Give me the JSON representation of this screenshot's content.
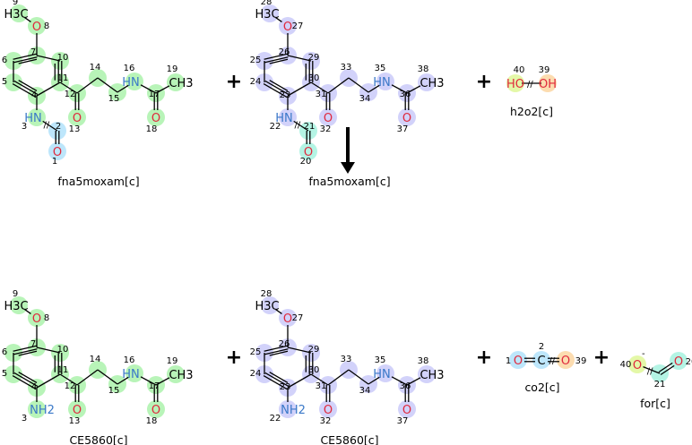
{
  "colors": {
    "green": "#b8f4b8",
    "lavender": "#d2d2fa",
    "cyan": "#b4f4e4",
    "blue": "#bde6fb",
    "orange": "#fcdcb0",
    "yellow": "#e4f8a8",
    "O": "#e0283c",
    "N": "#3a78c8",
    "C": "#000000"
  },
  "plus": "+",
  "reaction_arrow": "right-arrow",
  "big": [
    {
      "name": "fna5moxam[c]",
      "color": "green",
      "atoms": [
        [
          "9",
          "H3C",
          "C"
        ],
        [
          "8",
          "O",
          "O"
        ],
        [
          "7",
          "",
          "C"
        ],
        [
          "6",
          "",
          "C"
        ],
        [
          "5",
          "",
          "C"
        ],
        [
          "4",
          "",
          "C"
        ],
        [
          "11",
          "",
          "C"
        ],
        [
          "10",
          "",
          "C"
        ],
        [
          "12",
          "",
          "C"
        ],
        [
          "13",
          "O",
          "O"
        ],
        [
          "14",
          "",
          "C"
        ],
        [
          "15",
          "",
          "C"
        ],
        [
          "16",
          "HN",
          "N"
        ],
        [
          "17",
          "",
          "C"
        ],
        [
          "18",
          "O",
          "O"
        ],
        [
          "19",
          "CH3",
          "C"
        ],
        [
          "3",
          "HN",
          "N"
        ],
        [
          "2",
          "",
          "C",
          "blue"
        ],
        [
          "1",
          "O",
          "O",
          "blue"
        ]
      ]
    },
    {
      "name": "fna5moxam[c]",
      "color": "lavender",
      "atoms": [
        [
          "28",
          "H3C",
          "C"
        ],
        [
          "27",
          "O",
          "O"
        ],
        [
          "26",
          "",
          "C"
        ],
        [
          "25",
          "",
          "C"
        ],
        [
          "24",
          "",
          "C"
        ],
        [
          "23",
          "",
          "C"
        ],
        [
          "30",
          "",
          "C"
        ],
        [
          "29",
          "",
          "C"
        ],
        [
          "31",
          "",
          "C"
        ],
        [
          "32",
          "O",
          "O"
        ],
        [
          "33",
          "",
          "C"
        ],
        [
          "34",
          "",
          "C"
        ],
        [
          "35",
          "HN",
          "N"
        ],
        [
          "36",
          "",
          "C"
        ],
        [
          "37",
          "O",
          "O"
        ],
        [
          "38",
          "CH3",
          "C"
        ],
        [
          "22",
          "HN",
          "N"
        ],
        [
          "21",
          "",
          "C",
          "cyan"
        ],
        [
          "20",
          "O",
          "O",
          "cyan"
        ]
      ]
    },
    {
      "name": "CE5860[c]",
      "color": "green",
      "atoms": [
        [
          "9",
          "H3C",
          "C"
        ],
        [
          "8",
          "O",
          "O"
        ],
        [
          "7",
          "",
          "C"
        ],
        [
          "6",
          "",
          "C"
        ],
        [
          "5",
          "",
          "C"
        ],
        [
          "4",
          "",
          "C"
        ],
        [
          "11",
          "",
          "C"
        ],
        [
          "10",
          "",
          "C"
        ],
        [
          "12",
          "",
          "C"
        ],
        [
          "13",
          "O",
          "O"
        ],
        [
          "14",
          "",
          "C"
        ],
        [
          "15",
          "",
          "C"
        ],
        [
          "16",
          "HN",
          "N"
        ],
        [
          "17",
          "",
          "C"
        ],
        [
          "18",
          "O",
          "O"
        ],
        [
          "19",
          "CH3",
          "C"
        ],
        [
          "3",
          "NH2",
          "N"
        ]
      ]
    },
    {
      "name": "CE5860[c]",
      "color": "lavender",
      "atoms": [
        [
          "28",
          "H3C",
          "C"
        ],
        [
          "27",
          "O",
          "O"
        ],
        [
          "26",
          "",
          "C"
        ],
        [
          "25",
          "",
          "C"
        ],
        [
          "24",
          "",
          "C"
        ],
        [
          "23",
          "",
          "C"
        ],
        [
          "30",
          "",
          "C"
        ],
        [
          "29",
          "",
          "C"
        ],
        [
          "31",
          "",
          "C"
        ],
        [
          "32",
          "O",
          "O"
        ],
        [
          "33",
          "",
          "C"
        ],
        [
          "34",
          "",
          "C"
        ],
        [
          "35",
          "HN",
          "N"
        ],
        [
          "36",
          "",
          "C"
        ],
        [
          "37",
          "O",
          "O"
        ],
        [
          "38",
          "CH3",
          "C"
        ],
        [
          "22",
          "NH2",
          "N"
        ]
      ]
    }
  ],
  "h2o2": {
    "name": "h2o2[c]",
    "atoms": [
      [
        "40",
        "HO",
        "O",
        "yellow"
      ],
      [
        "39",
        "OH",
        "O",
        "orange"
      ]
    ]
  },
  "co2": {
    "name": "co2[c]",
    "atoms": [
      [
        "1",
        "O",
        "O",
        "blue"
      ],
      [
        "2",
        "C",
        "C",
        "blue"
      ],
      [
        "39",
        "O",
        "O",
        "orange"
      ]
    ]
  },
  "for": {
    "name": "for[c]",
    "charge": "-",
    "atoms": [
      [
        "40",
        "O",
        "O",
        "yellow"
      ],
      [
        "21",
        "",
        "C",
        "cyan"
      ],
      [
        "20",
        "O",
        "O",
        "cyan"
      ]
    ]
  }
}
